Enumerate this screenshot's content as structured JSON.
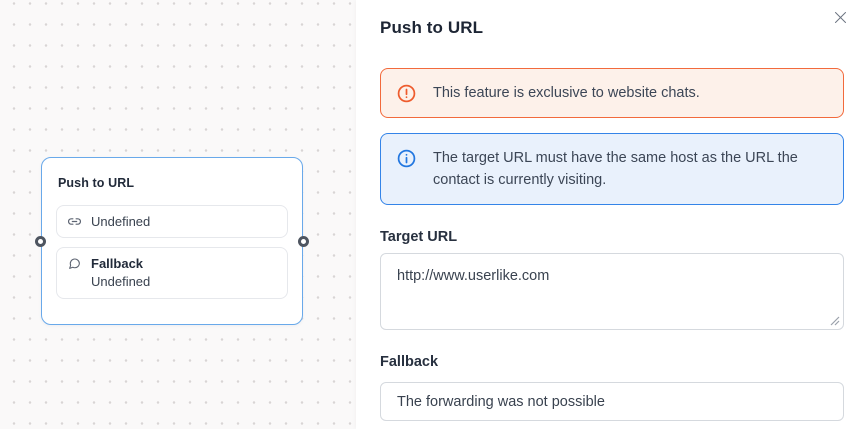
{
  "canvas": {
    "node": {
      "title": "Push to URL",
      "slots": [
        {
          "icon": "link-icon",
          "label": "Undefined"
        },
        {
          "icon": "chat-bubble-icon",
          "title": "Fallback",
          "label": "Undefined"
        }
      ]
    }
  },
  "panel": {
    "title": "Push to URL",
    "close_icon": "x-close-icon",
    "alerts": [
      {
        "type": "warning",
        "icon": "alert-circle-icon",
        "text": "This feature is exclusive to website chats.",
        "border_color": "#f26a3c",
        "background": "#fdf1ea"
      },
      {
        "type": "info",
        "icon": "info-circle-icon",
        "text": "The target URL must have the same host as the URL the contact is currently visiting.",
        "border_color": "#3484e8",
        "background": "#e9f1fc"
      }
    ],
    "fields": [
      {
        "label": "Target URL",
        "value": "http://www.userlike.com",
        "type": "textarea"
      },
      {
        "label": "Fallback",
        "value": "The forwarding was not possible",
        "type": "text-input"
      }
    ]
  },
  "colors": {
    "node_border": "#69a9ea",
    "accent_orange": "#ee5c2e",
    "accent_blue": "#2277e0",
    "text_dark": "#1d2534"
  }
}
